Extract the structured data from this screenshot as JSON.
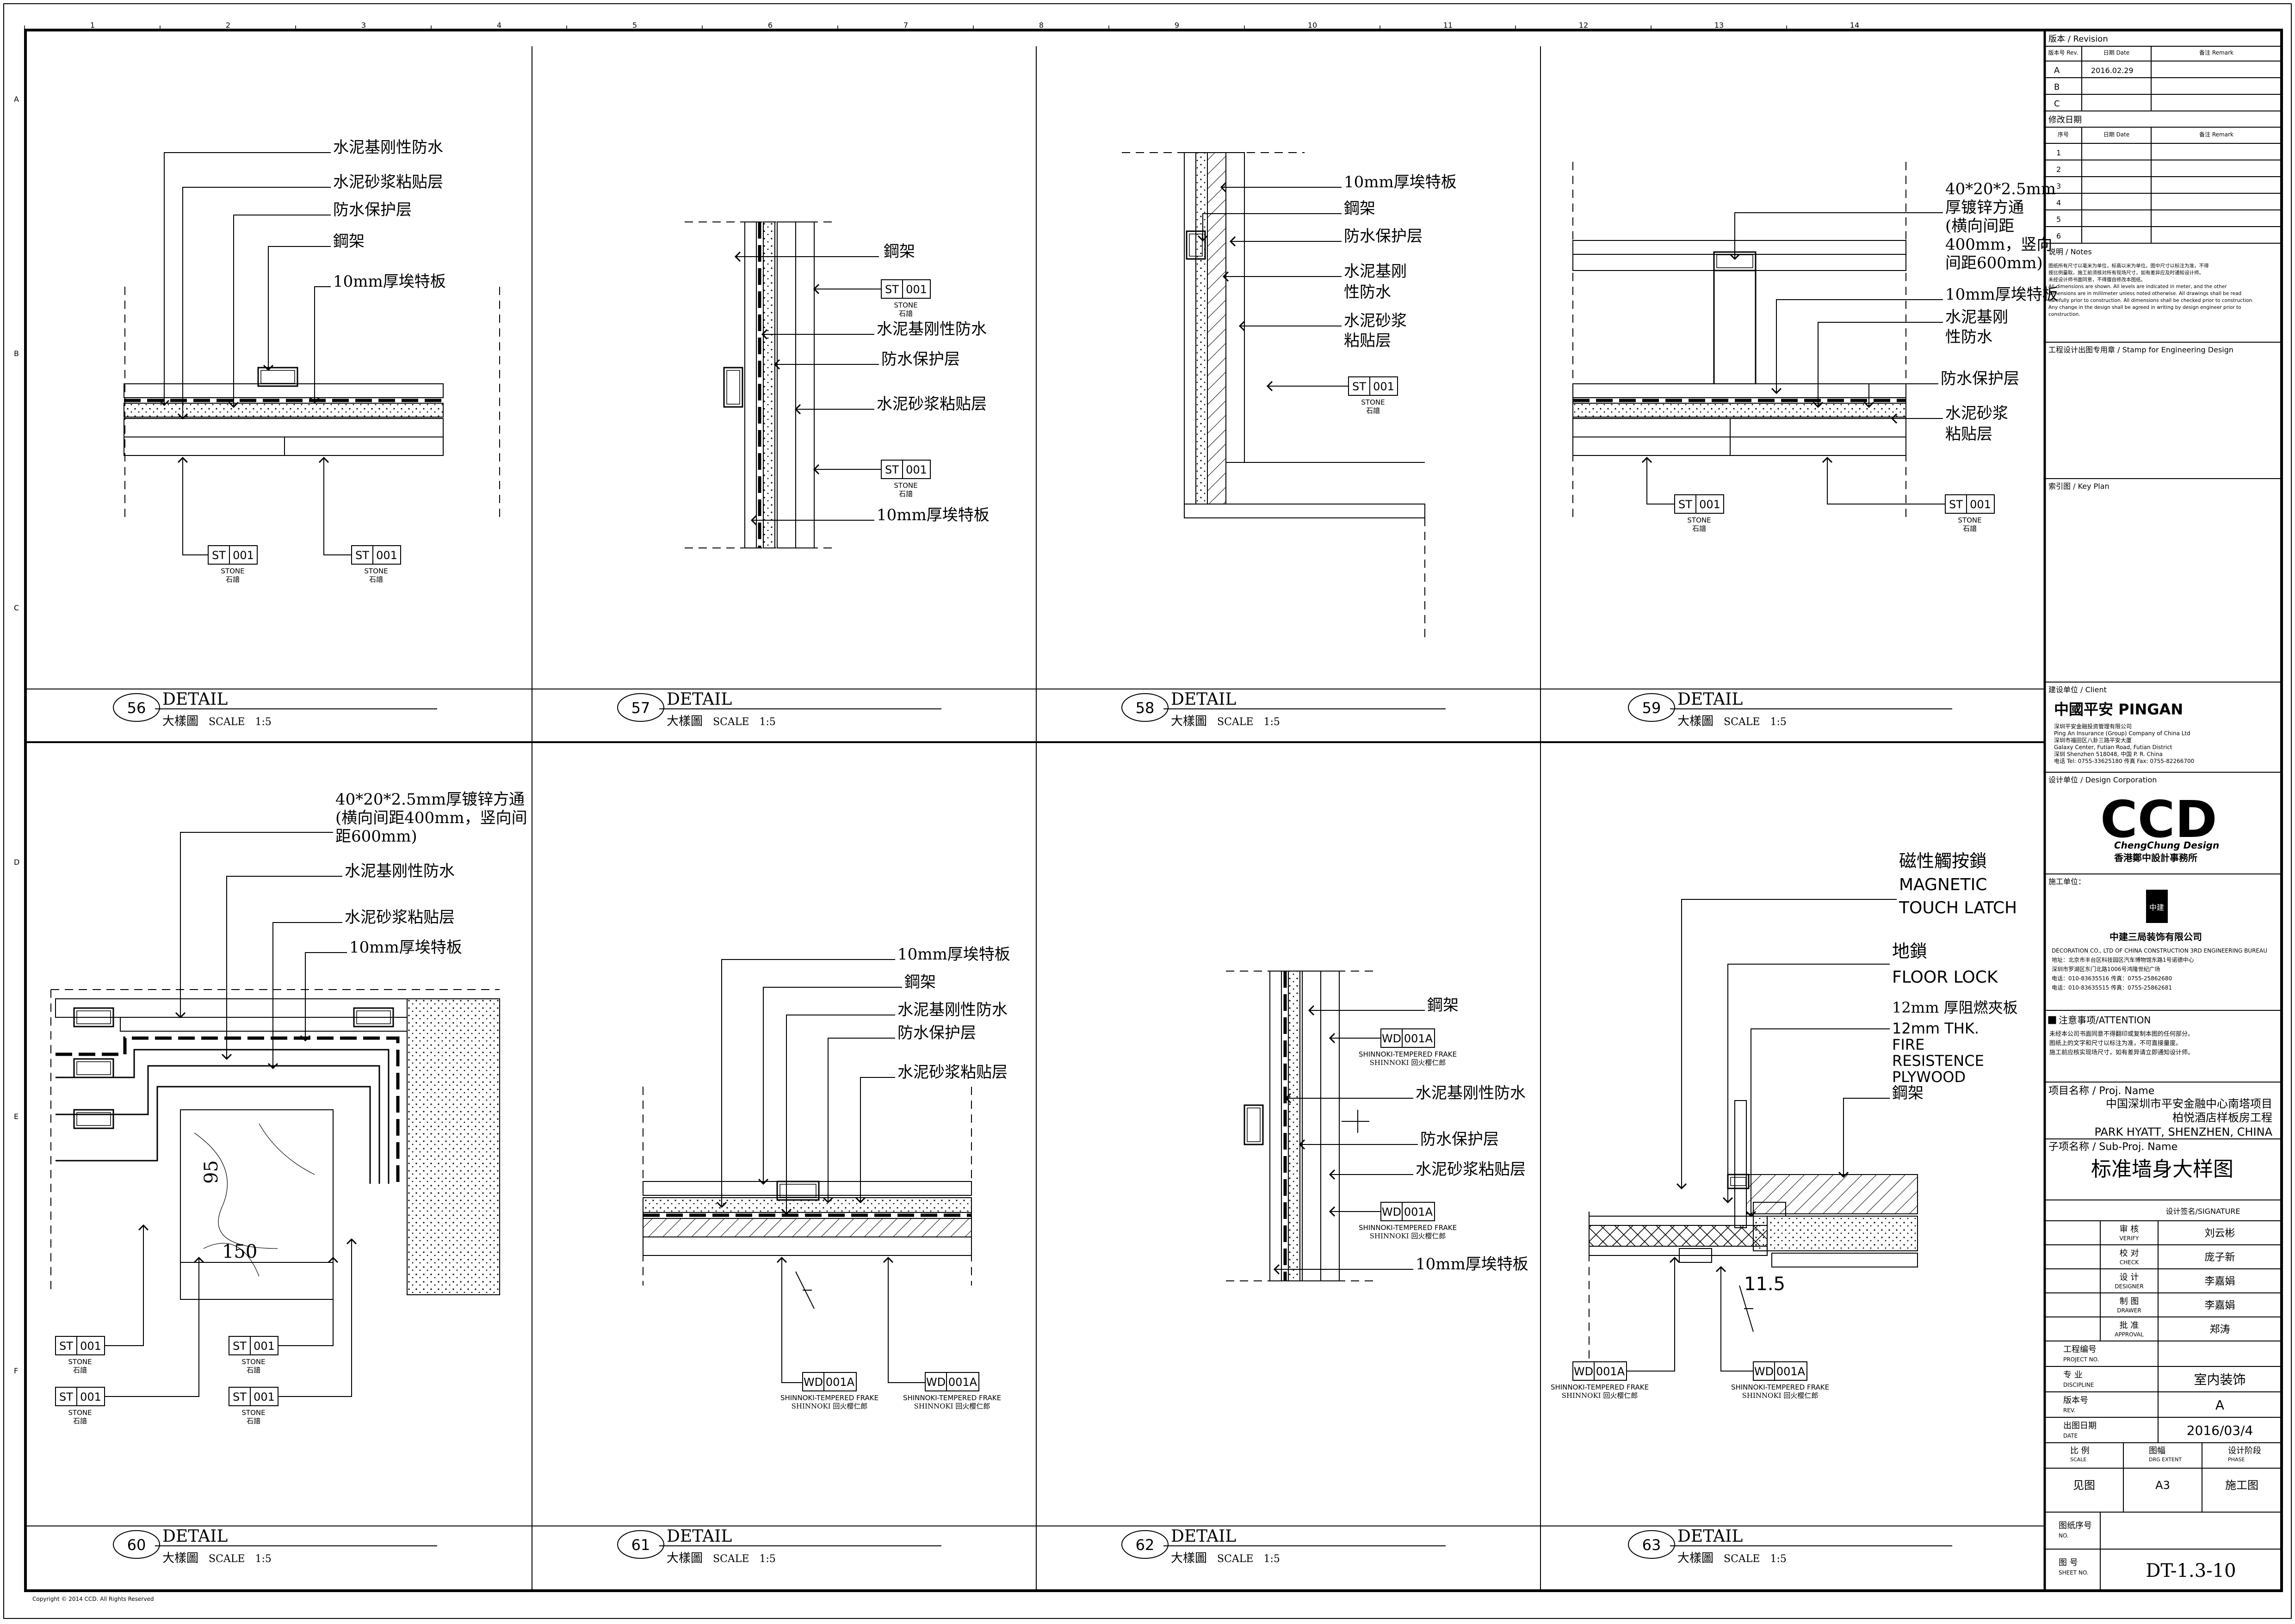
{
  "details": [
    {
      "no": "56",
      "title": "DETAIL",
      "subtitle": "大樣圖",
      "scale": "SCALE　1:5",
      "labels": [
        "水泥基刚性防水",
        "水泥砂浆粘贴层",
        "防水保护层",
        "鋼架",
        "10mm厚埃特板"
      ],
      "tags": [
        {
          "code": "ST",
          "num": "001",
          "en": "STONE",
          "cn": "石諳"
        },
        {
          "code": "ST",
          "num": "001",
          "en": "STONE",
          "cn": "石諳"
        }
      ]
    },
    {
      "no": "57",
      "title": "DETAIL",
      "subtitle": "大樣圖",
      "scale": "SCALE　1:5",
      "labels": [
        "鋼架",
        "水泥基刚性防水",
        "防水保护层",
        "水泥砂浆粘贴层",
        "10mm厚埃特板"
      ],
      "tags": [
        {
          "code": "ST",
          "num": "001",
          "en": "STONE",
          "cn": "石諳"
        },
        {
          "code": "ST",
          "num": "001",
          "en": "STONE",
          "cn": "石諳"
        }
      ]
    },
    {
      "no": "58",
      "title": "DETAIL",
      "subtitle": "大樣圖",
      "scale": "SCALE　1:5",
      "labels": [
        "10mm厚埃特板",
        "鋼架",
        "防水保护层",
        "水泥基刚",
        "性防水",
        "水泥砂浆",
        "粘贴层"
      ],
      "tags": [
        {
          "code": "ST",
          "num": "001",
          "en": "STONE",
          "cn": "石諳"
        }
      ]
    },
    {
      "no": "59",
      "title": "DETAIL",
      "subtitle": "大樣圖",
      "scale": "SCALE　1:5",
      "labels": [
        "40*20*2.5mm",
        "厚镀锌方通",
        "(横向间距",
        "400mm，竖向",
        "间距600mm)",
        "10mm厚埃特板",
        "水泥基刚",
        "性防水",
        "防水保护层",
        "水泥砂浆",
        "粘贴层"
      ],
      "tags": [
        {
          "code": "ST",
          "num": "001",
          "en": "STONE",
          "cn": "石諳"
        },
        {
          "code": "ST",
          "num": "001",
          "en": "STONE",
          "cn": "石諳"
        }
      ]
    },
    {
      "no": "60",
      "title": "DETAIL",
      "subtitle": "大樣圖",
      "scale": "SCALE　1:5",
      "labels": [
        "40*20*2.5mm厚镀锌方通",
        "(横向间距400mm，竖向间",
        "距600mm)",
        "水泥基刚性防水",
        "水泥砂浆粘贴层",
        "10mm厚埃特板"
      ],
      "dims": [
        "95",
        "150"
      ],
      "tags": [
        {
          "code": "ST",
          "num": "001",
          "en": "STONE",
          "cn": "石諳"
        },
        {
          "code": "ST",
          "num": "001",
          "en": "STONE",
          "cn": "石諳"
        },
        {
          "code": "ST",
          "num": "001",
          "en": "STONE",
          "cn": "石諳"
        },
        {
          "code": "ST",
          "num": "001",
          "en": "STONE",
          "cn": "石諳"
        }
      ]
    },
    {
      "no": "61",
      "title": "DETAIL",
      "subtitle": "大樣圖",
      "scale": "SCALE　1:5",
      "labels": [
        "10mm厚埃特板",
        "鋼架",
        "水泥基刚性防水",
        "防水保护层",
        "水泥砂浆粘贴层"
      ],
      "tags": [
        {
          "code": "WD",
          "num": "001A",
          "en": "SHINNOKI-TEMPERED FRAKE",
          "cn": "SHINNOKI 回火樱仁郎"
        },
        {
          "code": "WD",
          "num": "001A",
          "en": "SHINNOKI-TEMPERED FRAKE",
          "cn": "SHINNOKI 回火樱仁郎"
        }
      ]
    },
    {
      "no": "62",
      "title": "DETAIL",
      "subtitle": "大樣圖",
      "scale": "SCALE　1:5",
      "labels": [
        "鋼架",
        "水泥基刚性防水",
        "防水保护层",
        "水泥砂浆粘贴层",
        "10mm厚埃特板"
      ],
      "tags": [
        {
          "code": "WD",
          "num": "001A",
          "en": "SHINNOKI-TEMPERED FRAKE",
          "cn": "SHINNOKI 回火樱仁郎"
        },
        {
          "code": "WD",
          "num": "001A",
          "en": "SHINNOKI-TEMPERED FRAKE",
          "cn": "SHINNOKI 回火樱仁郎"
        }
      ]
    },
    {
      "no": "63",
      "title": "DETAIL",
      "subtitle": "大樣圖",
      "scale": "SCALE　1:5",
      "labels": [
        "磁性觸按鎖",
        "MAGNETIC",
        "TOUCH LATCH",
        "地鎖",
        "FLOOR LOCK",
        "12mm 厚阻燃夾板",
        "12mm THK.",
        "FIRE",
        "RESISTENCE",
        "PLYWOOD",
        "鋼架"
      ],
      "dims": [
        "11.5"
      ],
      "tags": [
        {
          "code": "WD",
          "num": "001A",
          "en": "SHINNOKI-TEMPERED FRAKE",
          "cn": "SHINNOKI 回火樱仁郎"
        },
        {
          "code": "WD",
          "num": "001A",
          "en": "SHINNOKI-TEMPERED FRAKE",
          "cn": "SHINNOKI 回火樱仁郎"
        }
      ]
    }
  ],
  "grid_numbers": [
    "1",
    "2",
    "3",
    "4",
    "5",
    "6",
    "7",
    "8",
    "9",
    "10",
    "11",
    "12",
    "13",
    "14"
  ],
  "copyright": "Copyright © 2014 CCD. All Rights Reserved",
  "title_block": {
    "revision_header": "版本 / Revision",
    "rev_cols": [
      "版本号 Rev.",
      "日期 Date",
      "备注 Remark"
    ],
    "rev_rows": [
      {
        "rev": "A",
        "date": "2016.02.29"
      },
      {
        "rev": "B",
        "date": ""
      },
      {
        "rev": "C",
        "date": ""
      }
    ],
    "modify_header": "修改日期",
    "mod_cols": [
      "序号",
      "日期 Date",
      "备注 Remark"
    ],
    "mod_rows": [
      "1",
      "2",
      "3",
      "4",
      "5",
      "6"
    ],
    "notes_header": "说明 / Notes",
    "notes": [
      "图纸所有尺寸以毫米为单位，标高以米为单位。图中尺寸以标注为准，不得",
      "按比例量取。施工前须核对所有现场尺寸，如有差异应及时通知设计师。",
      "未经设计师书面同意，不得擅自修改本图纸。",
      "All dimensions are shown. All levels are indicated in meter, and the other",
      "dimensions are in millimeter unless noted otherwise. All drawings shall be read",
      "carefully prior to construction. All dimensions shall be checked prior to construction.",
      "Any change in the design shall be agreed in writing by design engineer prior to",
      "construction."
    ],
    "stamp_header": "工程设计出图专用章 / Stamp for Engineering Design",
    "keyplan_header": "索引图 / Key Plan",
    "client_header": "建设单位 / Client",
    "client_logo": "中國平安 PINGAN",
    "client_lines": [
      "深圳平安金融投资管理有限公司",
      "Ping An Insurance (Group) Company of China Ltd",
      "深圳市福田区八卦三路平安大厦",
      "Galaxy Center, Futian Road, Futian District",
      "深圳 Shenzhen 518048, 中国 P. R. China",
      "电话 Tel: 0755-33625180  传真 Fax: 0755-82266700"
    ],
    "design_header": "设计单位 / Design Corporation",
    "ccd_logo": "CCD",
    "ccd_sub": "ChengChung Design",
    "ccd_cn": "香港鄭中設計事務所",
    "builder_header": "施工单位：",
    "builder_logo": "中建",
    "builder_name": "中建三局装饰有限公司",
    "builder_lines": [
      "DECORATION CO., LTD OF CHINA CONSTRUCTION 3RD ENGINEERING BUREAU",
      "地址：北京市丰台区科技园区汽车博物馆东路1号诺德中心",
      "深圳市罗湖区东门北路1006号鸿隆世纪广场",
      "电话：010-83635516  传真：0755-25862680",
      "电话：010-83635515  传真：0755-25862681"
    ],
    "attention_header": "注意事项/ATTENTION",
    "attention": [
      "未经本公司书面同意不得翻印或复制本图的任何部分。",
      "图纸上的文字和尺寸以标注为准，不可直接量度。",
      "施工前应核实现场尺寸，如有差异请立即通知设计师。"
    ],
    "project_label": "项目名称 / Proj. Name",
    "project_cn1": "中国深圳市平安金融中心南塔项目",
    "project_cn2": "柏悦酒店样板房工程",
    "project_en": "PARK HYATT, SHENZHEN, CHINA",
    "subproj_label": "子项名称 / Sub-Proj. Name",
    "subproj_cn": "标准墙身大样图",
    "sign_header": "设计签名/SIGNATURE",
    "sign_rows": [
      {
        "cn": "审 核",
        "en": "VERIFY",
        "name": "刘云彬"
      },
      {
        "cn": "校 对",
        "en": "CHECK",
        "name": "庞子新"
      },
      {
        "cn": "设 计",
        "en": "DESIGNER",
        "name": "李嘉娟"
      },
      {
        "cn": "制 图",
        "en": "DRAWER",
        "name": "李嘉娟"
      },
      {
        "cn": "批 准",
        "en": "APPROVAL",
        "name": "郑涛"
      }
    ],
    "proj_no_cn": "工程编号",
    "proj_no_en": "PROJECT NO.",
    "proj_no": "",
    "discipline_cn": "专 业",
    "discipline_en": "DISCIPLINE",
    "discipline": "室内装饰",
    "rev_cn": "版本号",
    "rev_en": "REV.",
    "rev": "A",
    "date_cn": "出图日期",
    "date_en": "DATE",
    "date": "2016/03/4",
    "scale_cn": "比 例",
    "scale_en": "SCALE",
    "extent_cn": "图幅",
    "extent_en": "DRG EXTENT",
    "phase_cn": "设计阶段",
    "phase_en": "PHASE",
    "scale_val": "见图",
    "extent_val": "A3",
    "phase_val": "施工图",
    "seq_cn": "图纸序号",
    "seq_en": "NO.",
    "seq": "",
    "sheet_cn": "图 号",
    "sheet_en": "SHEET NO.",
    "sheet": "DT-1.3-10"
  }
}
